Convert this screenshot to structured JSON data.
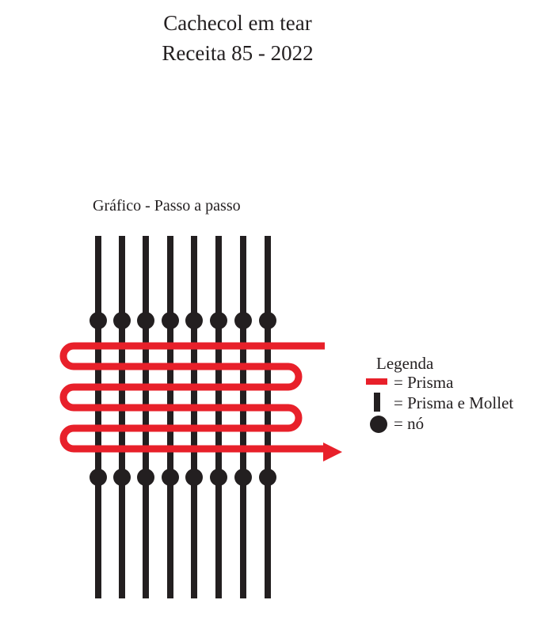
{
  "header": {
    "title_line1": "Cachecol em tear",
    "title_line2": "Receita 85 - 2022"
  },
  "diagram": {
    "label": "Gráfico - Passo a passo",
    "colors": {
      "thread": "#e8202a",
      "peg": "#231f20",
      "text": "#231f20"
    }
  },
  "legend": {
    "title": "Legenda",
    "items": [
      {
        "symbol": "red-bar",
        "label": "= Prisma"
      },
      {
        "symbol": "black-bar",
        "label": "= Prisma e Mollet"
      },
      {
        "symbol": "black-dot",
        "label": "= nó"
      }
    ]
  }
}
